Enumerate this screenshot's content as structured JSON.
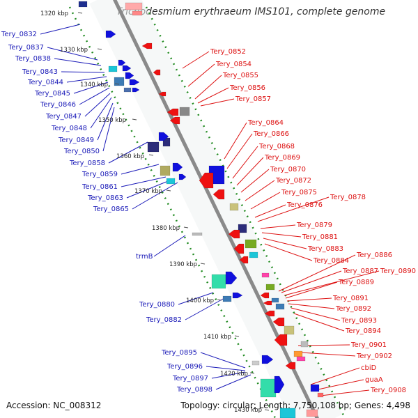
{
  "title": "Trichodesmium erythraeum IMS101, complete genome",
  "footer": {
    "accession": "Accession: NC_008312",
    "topology": "Topology: circular; Length: 7,750,108 bp; Genes: 4,498"
  },
  "kbp_labels": [
    "1320 kbp",
    "1330 kbp",
    "1340 kbp",
    "1350 kbp",
    "1360 kbp",
    "1370 kbp",
    "1380 kbp",
    "1390 kbp",
    "1400 kbp",
    "1410 kbp",
    "1420 kbp",
    "1430 kbp"
  ],
  "left_genes": [
    "Tery_0832",
    "Tery_0837",
    "Tery_0838",
    "Tery_0843",
    "Tery_0844",
    "Tery_0845",
    "Tery_0846",
    "Tery_0847",
    "Tery_0848",
    "Tery_0849",
    "Tery_0850",
    "Tery_0858",
    "Tery_0859",
    "Tery_0861",
    "Tery_0863",
    "Tery_0865",
    "trmB",
    "Tery_0880",
    "Tery_0882",
    "Tery_0895",
    "Tery_0896",
    "Tery_0897",
    "Tery_0898"
  ],
  "right_genes": [
    "Tery_0852",
    "Tery_0854",
    "Tery_0855",
    "Tery_0856",
    "Tery_0857",
    "Tery_0864",
    "Tery_0866",
    "Tery_0868",
    "Tery_0869",
    "Tery_0870",
    "Tery_0872",
    "Tery_0875",
    "Tery_0876",
    "Tery_0878",
    "Tery_0879",
    "Tery_0881",
    "Tery_0883",
    "Tery_0884",
    "Tery_0886",
    "Tery_0887",
    "Tery_0890",
    "Tery_0889",
    "Tery_0891",
    "Tery_0892",
    "Tery_0893",
    "Tery_0894",
    "Tery_0901",
    "Tery_0902",
    "cbiD",
    "guaA",
    "Tery_0908"
  ],
  "colors": {
    "left_label": "#1a1ab8",
    "right_label": "#dd1111",
    "backbone": "#8a8a8a",
    "gc_dots": "#228b22"
  }
}
